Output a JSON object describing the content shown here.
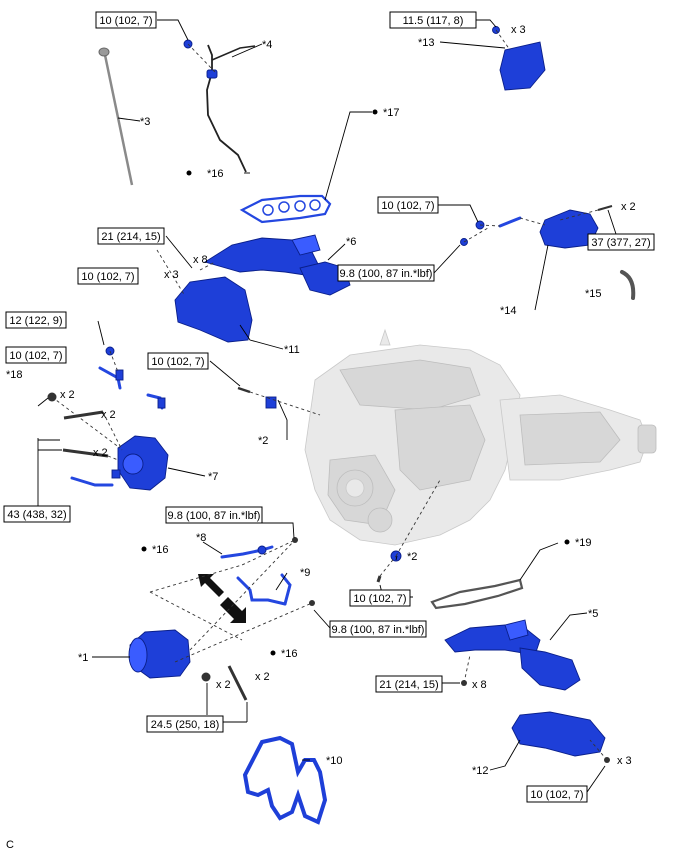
{
  "labels": {
    "p1": "*1",
    "p2a": "*2",
    "p2b": "*2",
    "p3": "*3",
    "p4": "*4",
    "p5": "*5",
    "p6": "*6",
    "p7": "*7",
    "p8": "*8",
    "p9": "*9",
    "p10": "*10",
    "p11": "*11",
    "p12": "*12",
    "p13": "*13",
    "p14": "*14",
    "p15": "*15",
    "p16a": "*16",
    "p16b": "*16",
    "p16c": "*16",
    "p17": "*17",
    "p18": "*18",
    "p19": "*19"
  },
  "torque": {
    "t_top_dipstick": "10 (102, 7)",
    "t_top_right": "11.5 (117, 8)",
    "t_bank_right_nut": "10 (102, 7)",
    "t_bank_right_stud": "9.8 (100, 87 in.*lbf)",
    "t_bank_right_bolt": "37 (377, 27)",
    "t_manifold_left": "21 (214, 15)",
    "t_heat_left": "10 (102, 7)",
    "t_alt_bracket": "12 (122, 9)",
    "t_alt_top": "10 (102, 7)",
    "t_engine_mid": "10 (102, 7)",
    "t_alt_bolts": "43 (438, 32)",
    "t_pipe8": "9.8 (100, 87 in.*lbf)",
    "t_pipe9": "9.8 (100, 87 in.*lbf)",
    "t_engine_low": "10 (102, 7)",
    "t_compressor": "24.5 (250, 18)",
    "t_manifold_right": "21 (214, 15)",
    "t_heat_right": "10 (102, 7)"
  },
  "qty": {
    "q_top_right": "x 3",
    "q_bank_right": "x 2",
    "q_heat_left": "x 3",
    "q_manifold_left": "x 8",
    "q_alt_a": "x 2",
    "q_alt_b": "x 2",
    "q_alt_c": "x 2",
    "q_comp_a": "x 2",
    "q_comp_b": "x 2",
    "q_manifold_right": "x 8",
    "q_heat_right": "x 3"
  },
  "corner_code": "C",
  "colors": {
    "part": "#1e3fd8",
    "engine": "#e9e9e9",
    "line": "#000000"
  }
}
